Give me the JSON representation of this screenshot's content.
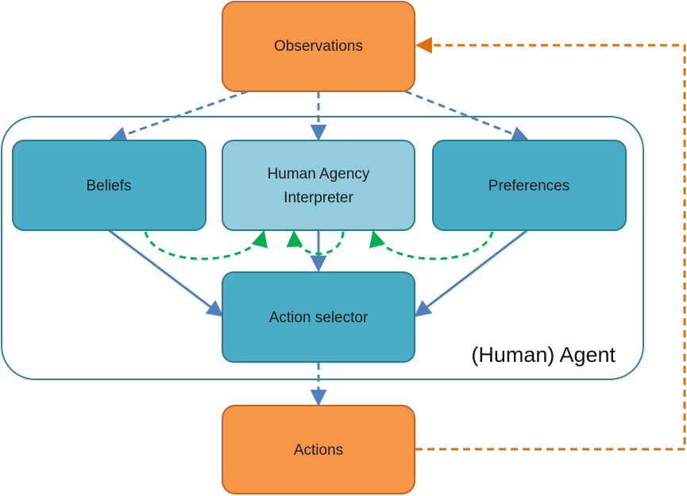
{
  "nodes": {
    "observations": {
      "label": "Observations"
    },
    "beliefs": {
      "label": "Beliefs"
    },
    "interpreter": {
      "label_line1": "Human Agency",
      "label_line2": "Interpreter"
    },
    "preferences": {
      "label": "Preferences"
    },
    "action_selector": {
      "label": "Action selector"
    },
    "actions": {
      "label": "Actions"
    }
  },
  "container": {
    "label": "(Human) Agent"
  },
  "colors": {
    "orange_fill": "#F79646",
    "orange_stroke": "#B9652B",
    "teal_fill": "#4BACC6",
    "teal_stroke": "#2B7A8C",
    "light_fill": "#93CDDD",
    "light_stroke": "#2B7A8C",
    "container_stroke": "#31849B",
    "blue_arrow": "#4F81BD",
    "green_arrow": "#00B050",
    "orange_arrow": "#E46C0A"
  }
}
